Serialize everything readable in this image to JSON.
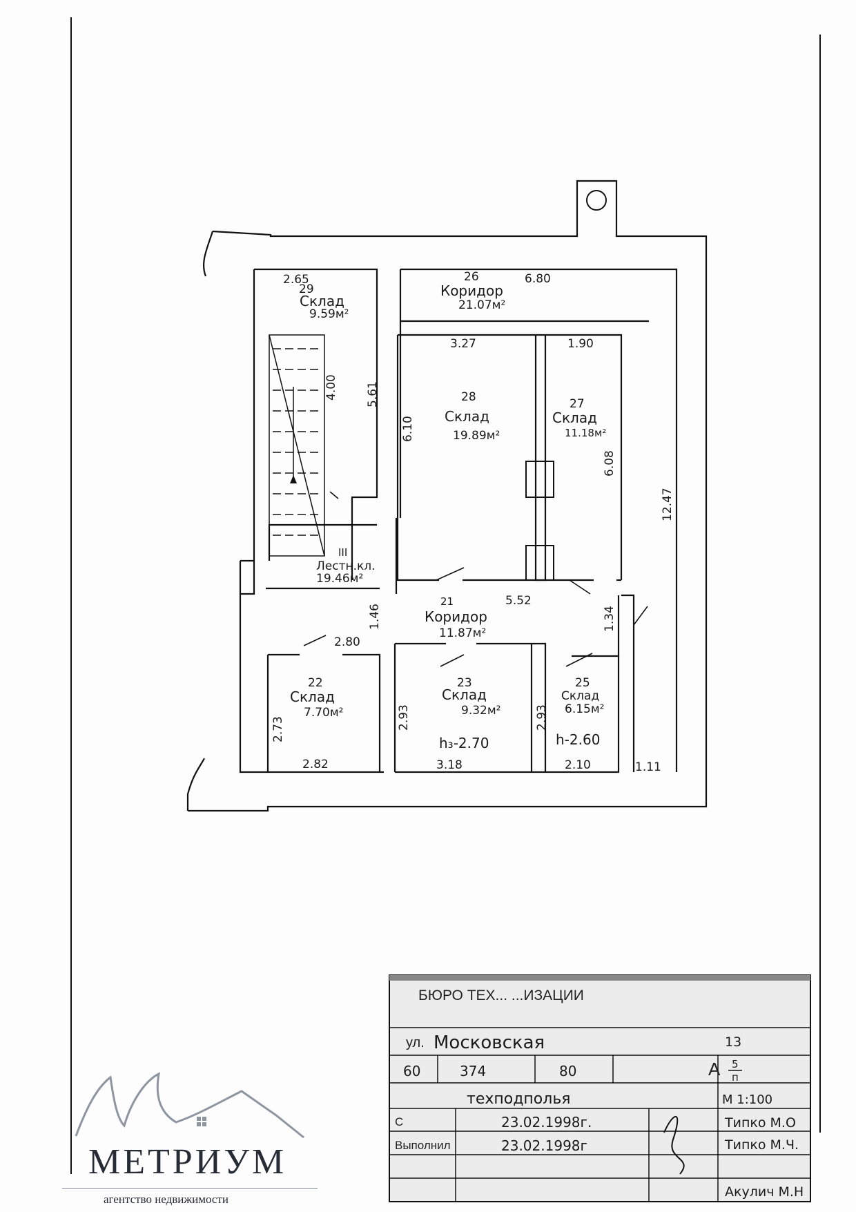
{
  "rooms": [
    {
      "num": "29",
      "name": "Склад",
      "area": "9.59м²",
      "dim_top": "2.65"
    },
    {
      "num": "26",
      "name": "Коридор",
      "area": "21.07м²",
      "dim_top": "6.80"
    },
    {
      "num": "28",
      "name": "Склад",
      "area": "19.89м²",
      "dim_top": "3.27",
      "dim_side": "6.10"
    },
    {
      "num": "27",
      "name": "Склад",
      "area": "11.18м²",
      "dim_top": "1.90",
      "dim_side": "6.08"
    },
    {
      "num": "III",
      "name": "Лестн.кл.",
      "area": "19.46м²"
    },
    {
      "num": "21",
      "name": "Коридор",
      "area": "11.87м²",
      "dim_top": "5.52"
    },
    {
      "num": "22",
      "name": "Склад",
      "area": "7.70м²",
      "dim_side": "2.73",
      "dim_bottom": "2.82"
    },
    {
      "num": "23",
      "name": "Склад",
      "area": "9.32м²",
      "dim_side": "2.93",
      "dim_bottom": "3.18",
      "height": "h₃-2.70"
    },
    {
      "num": "25",
      "name": "Склад",
      "area": "6.15м²",
      "dim_side": "2.93",
      "dim_bottom": "2.10",
      "height": "h-2.60"
    }
  ],
  "dims": {
    "stair_len": "4.00",
    "room29_len": "5.61",
    "outer_len": "12.47",
    "corr_w1": "1.46",
    "corr_w2": "1.34",
    "door_w": "2.80",
    "last_w": "1.11"
  },
  "stamp": {
    "bureau": "БЮРО ТЕХ... ...ИЗАЦИИ",
    "street_prefix": "ул.",
    "street": "Московская",
    "house": "13",
    "codes": [
      "60",
      "374",
      "80"
    ],
    "litera": "А",
    "fraction_top": "5",
    "fraction_bottom": "п",
    "floor": "техподполья",
    "scale": "М 1:100",
    "row_s_label": "С",
    "row_v_label": "Выполнил",
    "date1": "23.02.1998г.",
    "date2": "23.02.1998г",
    "name1": "Типко М.О",
    "name2": "Типко М.Ч.",
    "name3": "Акулич М.Н"
  },
  "logo": {
    "name": "МЕТРИУМ",
    "subtitle": "агентство недвижимости"
  }
}
